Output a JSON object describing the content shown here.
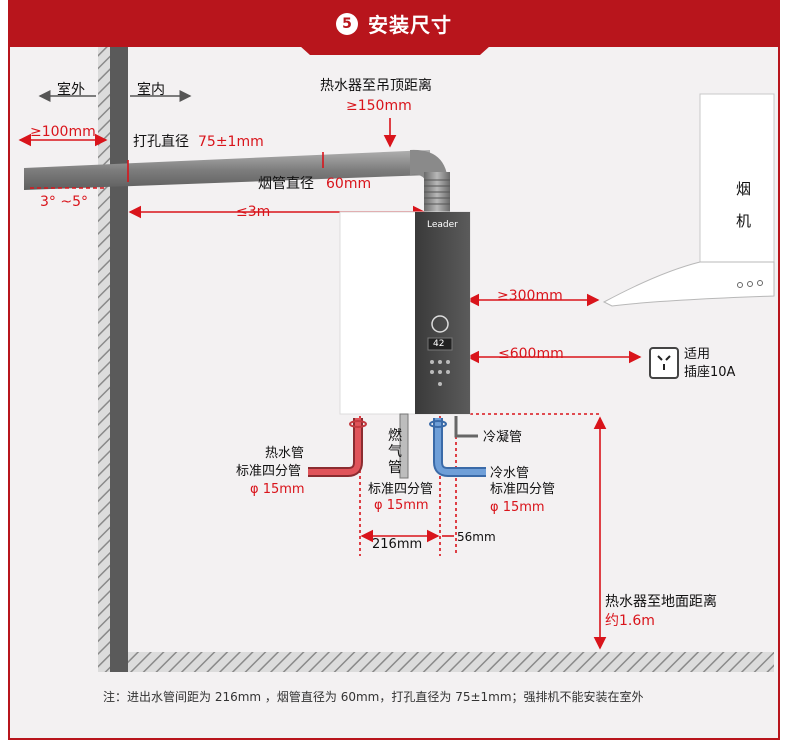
{
  "header": {
    "number": "5",
    "title": "安装尺寸"
  },
  "labels": {
    "outdoor": "室外",
    "indoor": "室内",
    "min_wall_protrusion": "≥100mm",
    "slope": "3° ~5°",
    "hole_diameter_label": "打孔直径",
    "hole_diameter_value": "75±1mm",
    "ceiling_dist_label": "热水器至吊顶距离",
    "ceiling_dist_value": "≥150mm",
    "flue_diameter_label": "烟管直径",
    "flue_diameter_value": "60mm",
    "max_flue_length": "≤3m",
    "hood_line1": "烟",
    "hood_line2": "机",
    "hood_distance": "≥300mm",
    "socket_distance": "≤600mm",
    "socket_line1": "适用",
    "socket_line2": "插座10A",
    "brand": "Leader",
    "display_reading": "42",
    "hot_pipe_line1": "热水管",
    "hot_pipe_line2": "标准四分管",
    "hot_pipe_size": "φ 15mm",
    "gas_pipe_line1": "燃",
    "gas_pipe_line2": "气",
    "gas_pipe_line3": "管",
    "gas_pipe_std": "标准四分管",
    "gas_pipe_size": "φ 15mm",
    "condensate_pipe": "冷凝管",
    "cold_pipe_line1": "冷水管",
    "cold_pipe_line2": "标准四分管",
    "cold_pipe_size": "φ 15mm",
    "pipe_spacing": "216mm",
    "offset_dist": "56mm",
    "floor_dist_label": "热水器至地面距离",
    "floor_dist_value": "约1.6m"
  },
  "footnote": "注：进出水管间距为 216mm ，烟管直径为 60mm，打孔直径为 75±1mm；强排机不能安装在室外",
  "colors": {
    "accent_red": "#b8151c",
    "dimension_red": "#d9141b",
    "background": "#f3f1f2",
    "wall": "#5a5a5a",
    "flue_pipe": "#8e8e8e",
    "hot_pipe": "#e0545a",
    "cold_pipe": "#6f9fd8"
  }
}
